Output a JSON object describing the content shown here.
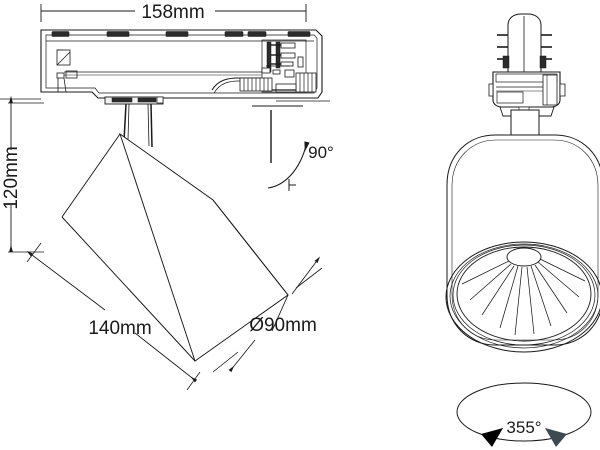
{
  "drawing": {
    "title": "Track Spotlight Technical Drawing",
    "background_color": "#ffffff",
    "line_color": "#1a1a1a",
    "views": {
      "side": {
        "name": "side-view"
      },
      "front": {
        "name": "front-view"
      }
    }
  },
  "dimensions": {
    "overall_length": "158mm",
    "height": "120mm",
    "body_length": "140mm",
    "body_diameter": "Ø90mm"
  },
  "annotations": {
    "tilt_angle": "90°",
    "rotation_angle": "355°"
  },
  "icons": {
    "tilt_arc": "tilt-arc-icon",
    "rotation_ellipse": "rotation-ellipse-icon",
    "arrow_left": "arrow-left-icon",
    "arrow_right": "arrow-right-icon"
  }
}
